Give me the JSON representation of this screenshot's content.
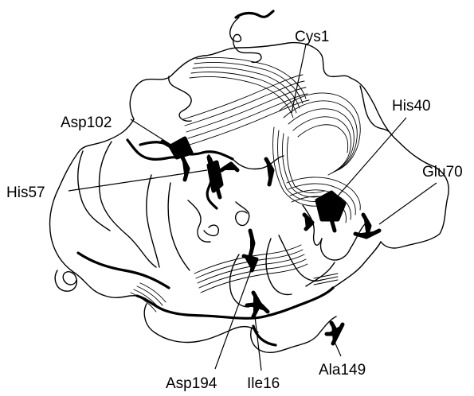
{
  "figure": {
    "labels": {
      "cys1": "Cys1",
      "asp102": "Asp102",
      "his40": "His40",
      "his57": "His57",
      "glu70": "Glu70",
      "asp194": "Asp194",
      "ile16": "Ile16",
      "ala149": "Ala149"
    },
    "colors": {
      "line": "#000000",
      "background": "#ffffff"
    }
  }
}
